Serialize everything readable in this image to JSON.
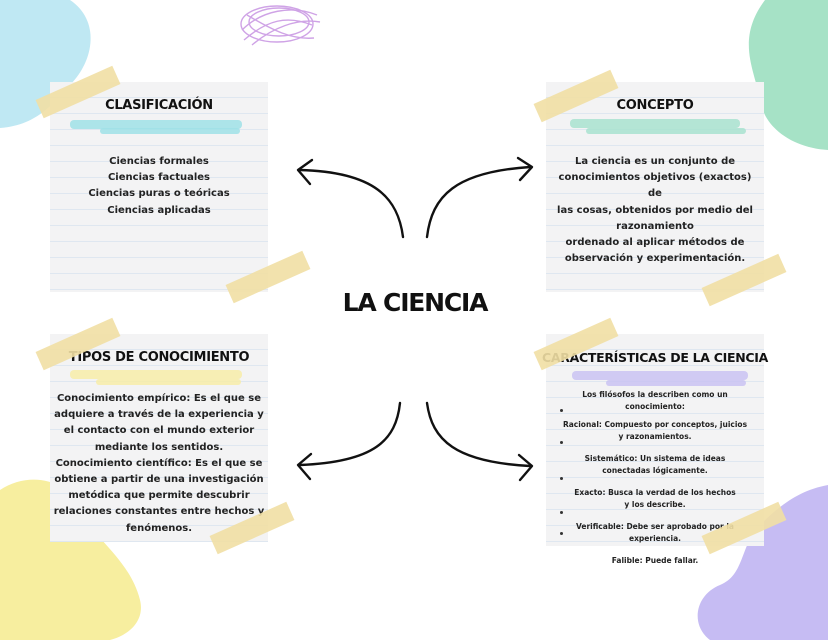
{
  "center_title": "LA CIENCIA",
  "clasificacion": {
    "title": "CLASIFICACIÓN",
    "items": [
      "Ciencias formales",
      "Ciencias factuales",
      "Ciencias puras o teóricas",
      "Ciencias aplicadas"
    ]
  },
  "concepto": {
    "title": "CONCEPTO",
    "lines": [
      "La ciencia es un conjunto de",
      "conocimientos objetivos (exactos) de",
      "las cosas, obtenidos por medio del",
      "razonamiento",
      "ordenado al aplicar métodos de",
      "observación y experimentación."
    ]
  },
  "tipos": {
    "title": "TIPOS DE CONOCIMIENTO",
    "lines": [
      "Conocimiento empírico: Es el que se",
      "adquiere a través de la experiencia y",
      "el contacto con el mundo exterior",
      "mediante los sentidos.",
      "Conocimiento científico: Es el que se",
      "obtiene a partir de una investigación",
      "metódica que permite descubrir",
      "relaciones constantes entre hechos y",
      "fenómenos."
    ]
  },
  "caracteristicas": {
    "title": "CARACTERÍSTICAS DE LA CIENCIA",
    "intro": "Los filósofos la describen como un conocimiento:",
    "items": [
      "Racional: Compuesto por conceptos, juicios y razonamientos.",
      "Sistemático: Un sistema de ideas conectadas lógicamente.",
      "Exacto: Busca la verdad de los hechos y los describe.",
      "Verificable: Debe ser aprobado por la experiencia.",
      "Falible: Puede fallar."
    ]
  },
  "colors": {
    "highlight_cyan": "#9fe0e6",
    "highlight_mint": "#a8e2cf",
    "highlight_yellow": "#f7eca8",
    "highlight_lavender": "#c9c2f2",
    "blob_blue": "#bfe8f3",
    "blob_green": "#a6e2c6",
    "blob_yellow": "#f7ee9f",
    "blob_purple": "#c6bcf3",
    "tape": "#f1dfa4"
  }
}
